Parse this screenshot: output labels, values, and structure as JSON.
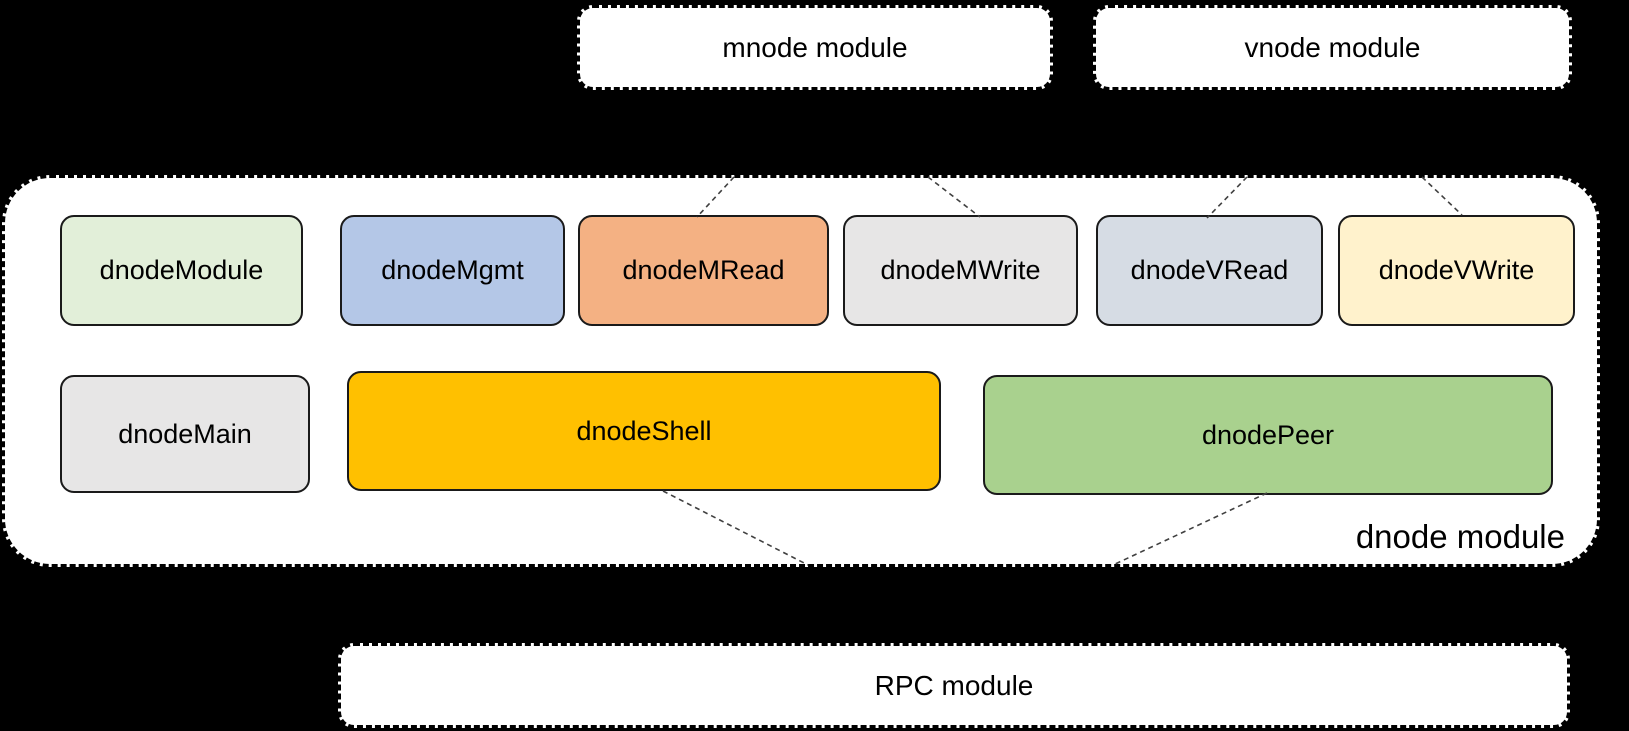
{
  "top_modules": {
    "mnode": {
      "label": "mnode module"
    },
    "vnode": {
      "label": "vnode module"
    }
  },
  "dnode": {
    "label": "dnode module",
    "components": [
      {
        "id": "dnodeModule",
        "label": "dnodeModule",
        "fill": "#e2efd9"
      },
      {
        "id": "dnodeMgmt",
        "label": "dnodeMgmt",
        "fill": "#b4c7e7"
      },
      {
        "id": "dnodeMRead",
        "label": "dnodeMRead",
        "fill": "#f4b183"
      },
      {
        "id": "dnodeMWrite",
        "label": "dnodeMWrite",
        "fill": "#e7e6e6"
      },
      {
        "id": "dnodeVRead",
        "label": "dnodeVRead",
        "fill": "#d6dce4"
      },
      {
        "id": "dnodeVWrite",
        "label": "dnodeVWrite",
        "fill": "#fff2cc"
      },
      {
        "id": "dnodeMain",
        "label": "dnodeMain",
        "fill": "#e7e6e6"
      },
      {
        "id": "dnodeShell",
        "label": "dnodeShell",
        "fill": "#ffc000"
      },
      {
        "id": "dnodePeer",
        "label": "dnodePeer",
        "fill": "#a9d18e"
      }
    ]
  },
  "rpc": {
    "label": "RPC module"
  },
  "connectors": [
    {
      "from": "mnode module",
      "to": "dnodeMRead"
    },
    {
      "from": "mnode module",
      "to": "dnodeMWrite"
    },
    {
      "from": "vnode module",
      "to": "dnodeVRead"
    },
    {
      "from": "vnode module",
      "to": "dnodeVWrite"
    },
    {
      "from": "dnodeShell",
      "to": "RPC module"
    },
    {
      "from": "dnodePeer",
      "to": "RPC module"
    }
  ],
  "colors": {
    "background": "#000000",
    "module_background": "#ffffff",
    "box_border": "#1a1a1a",
    "dashed_border": "#000000",
    "connector": "#404040",
    "text": "#000000"
  }
}
